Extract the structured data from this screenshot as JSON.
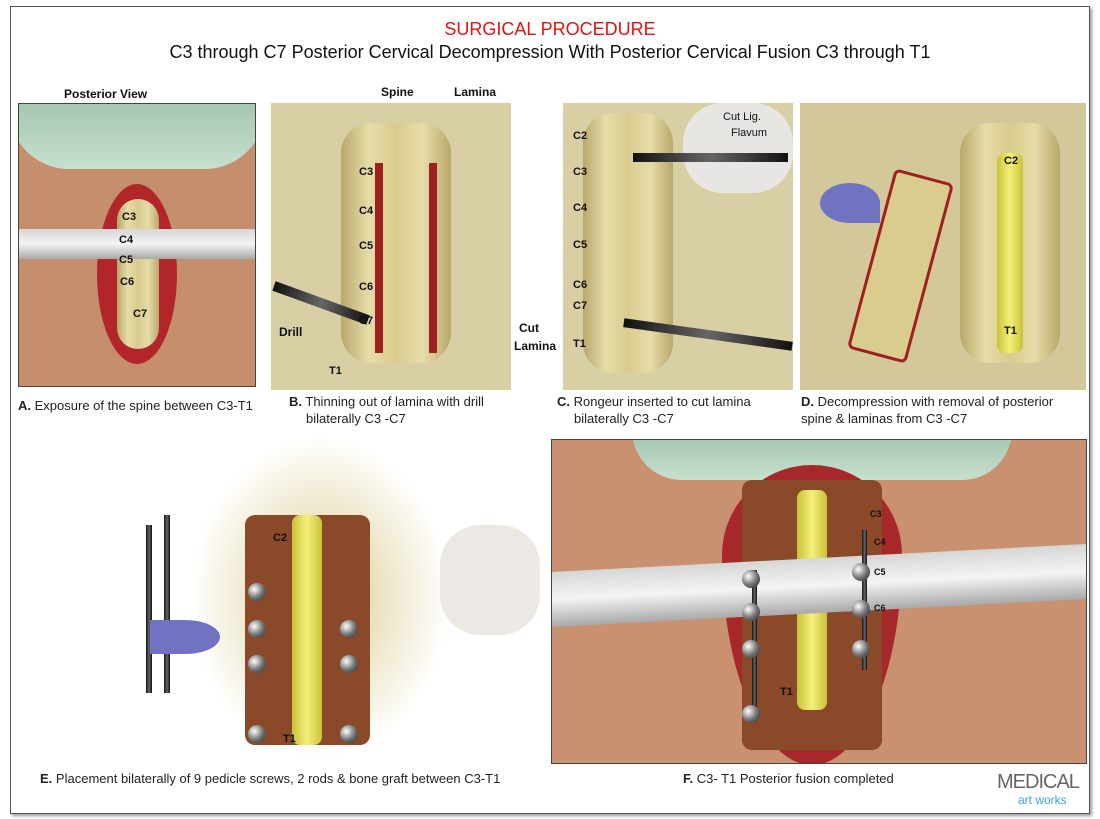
{
  "header": {
    "category": "SURGICAL PROCEDURE",
    "title": "C3 through C7 Posterior Cervical Decompression With Posterior Cervical Fusion C3 through T1"
  },
  "panels": {
    "a": {
      "heading": "Posterior View",
      "letter": "A.",
      "caption": "Exposure of the spine between C3-T1",
      "levels": [
        "C3",
        "C4",
        "C5",
        "C6",
        "C7"
      ]
    },
    "b": {
      "letter": "B.",
      "caption1": "Thinning out of lamina with drill",
      "caption2": "bilaterally C3 -C7",
      "labels": {
        "spine": "Spine",
        "lamina": "Lamina",
        "drill": "Drill"
      },
      "levels": [
        "C3",
        "C4",
        "C5",
        "C6",
        "C7",
        "T1"
      ]
    },
    "c": {
      "letter": "C.",
      "caption1": "Rongeur inserted to cut lamina",
      "caption2": "bilaterally C3 -C7",
      "labels": {
        "cut_lig": "Cut Lig.",
        "flavum": "Flavum",
        "cut": "Cut",
        "lamina": "Lamina"
      },
      "levels": [
        "C2",
        "C3",
        "C4",
        "C5",
        "C6",
        "C7",
        "T1"
      ]
    },
    "d": {
      "letter": "D.",
      "caption1": "Decompression with removal of posterior",
      "caption2": "spine & laminas from C3 -C7",
      "levels": [
        "C2",
        "T1"
      ]
    },
    "e": {
      "letter": "E.",
      "caption": "Placement bilaterally of 9 pedicle screws, 2 rods & bone graft between C3-T1",
      "levels": [
        "C2",
        "T1"
      ]
    },
    "f": {
      "letter": "F.",
      "caption": "C3- T1 Posterior fusion completed",
      "levels": [
        "C3",
        "C4",
        "C5",
        "C6",
        "T1"
      ]
    }
  },
  "logo": {
    "line1": "MEDICAL",
    "line2": "art works"
  }
}
